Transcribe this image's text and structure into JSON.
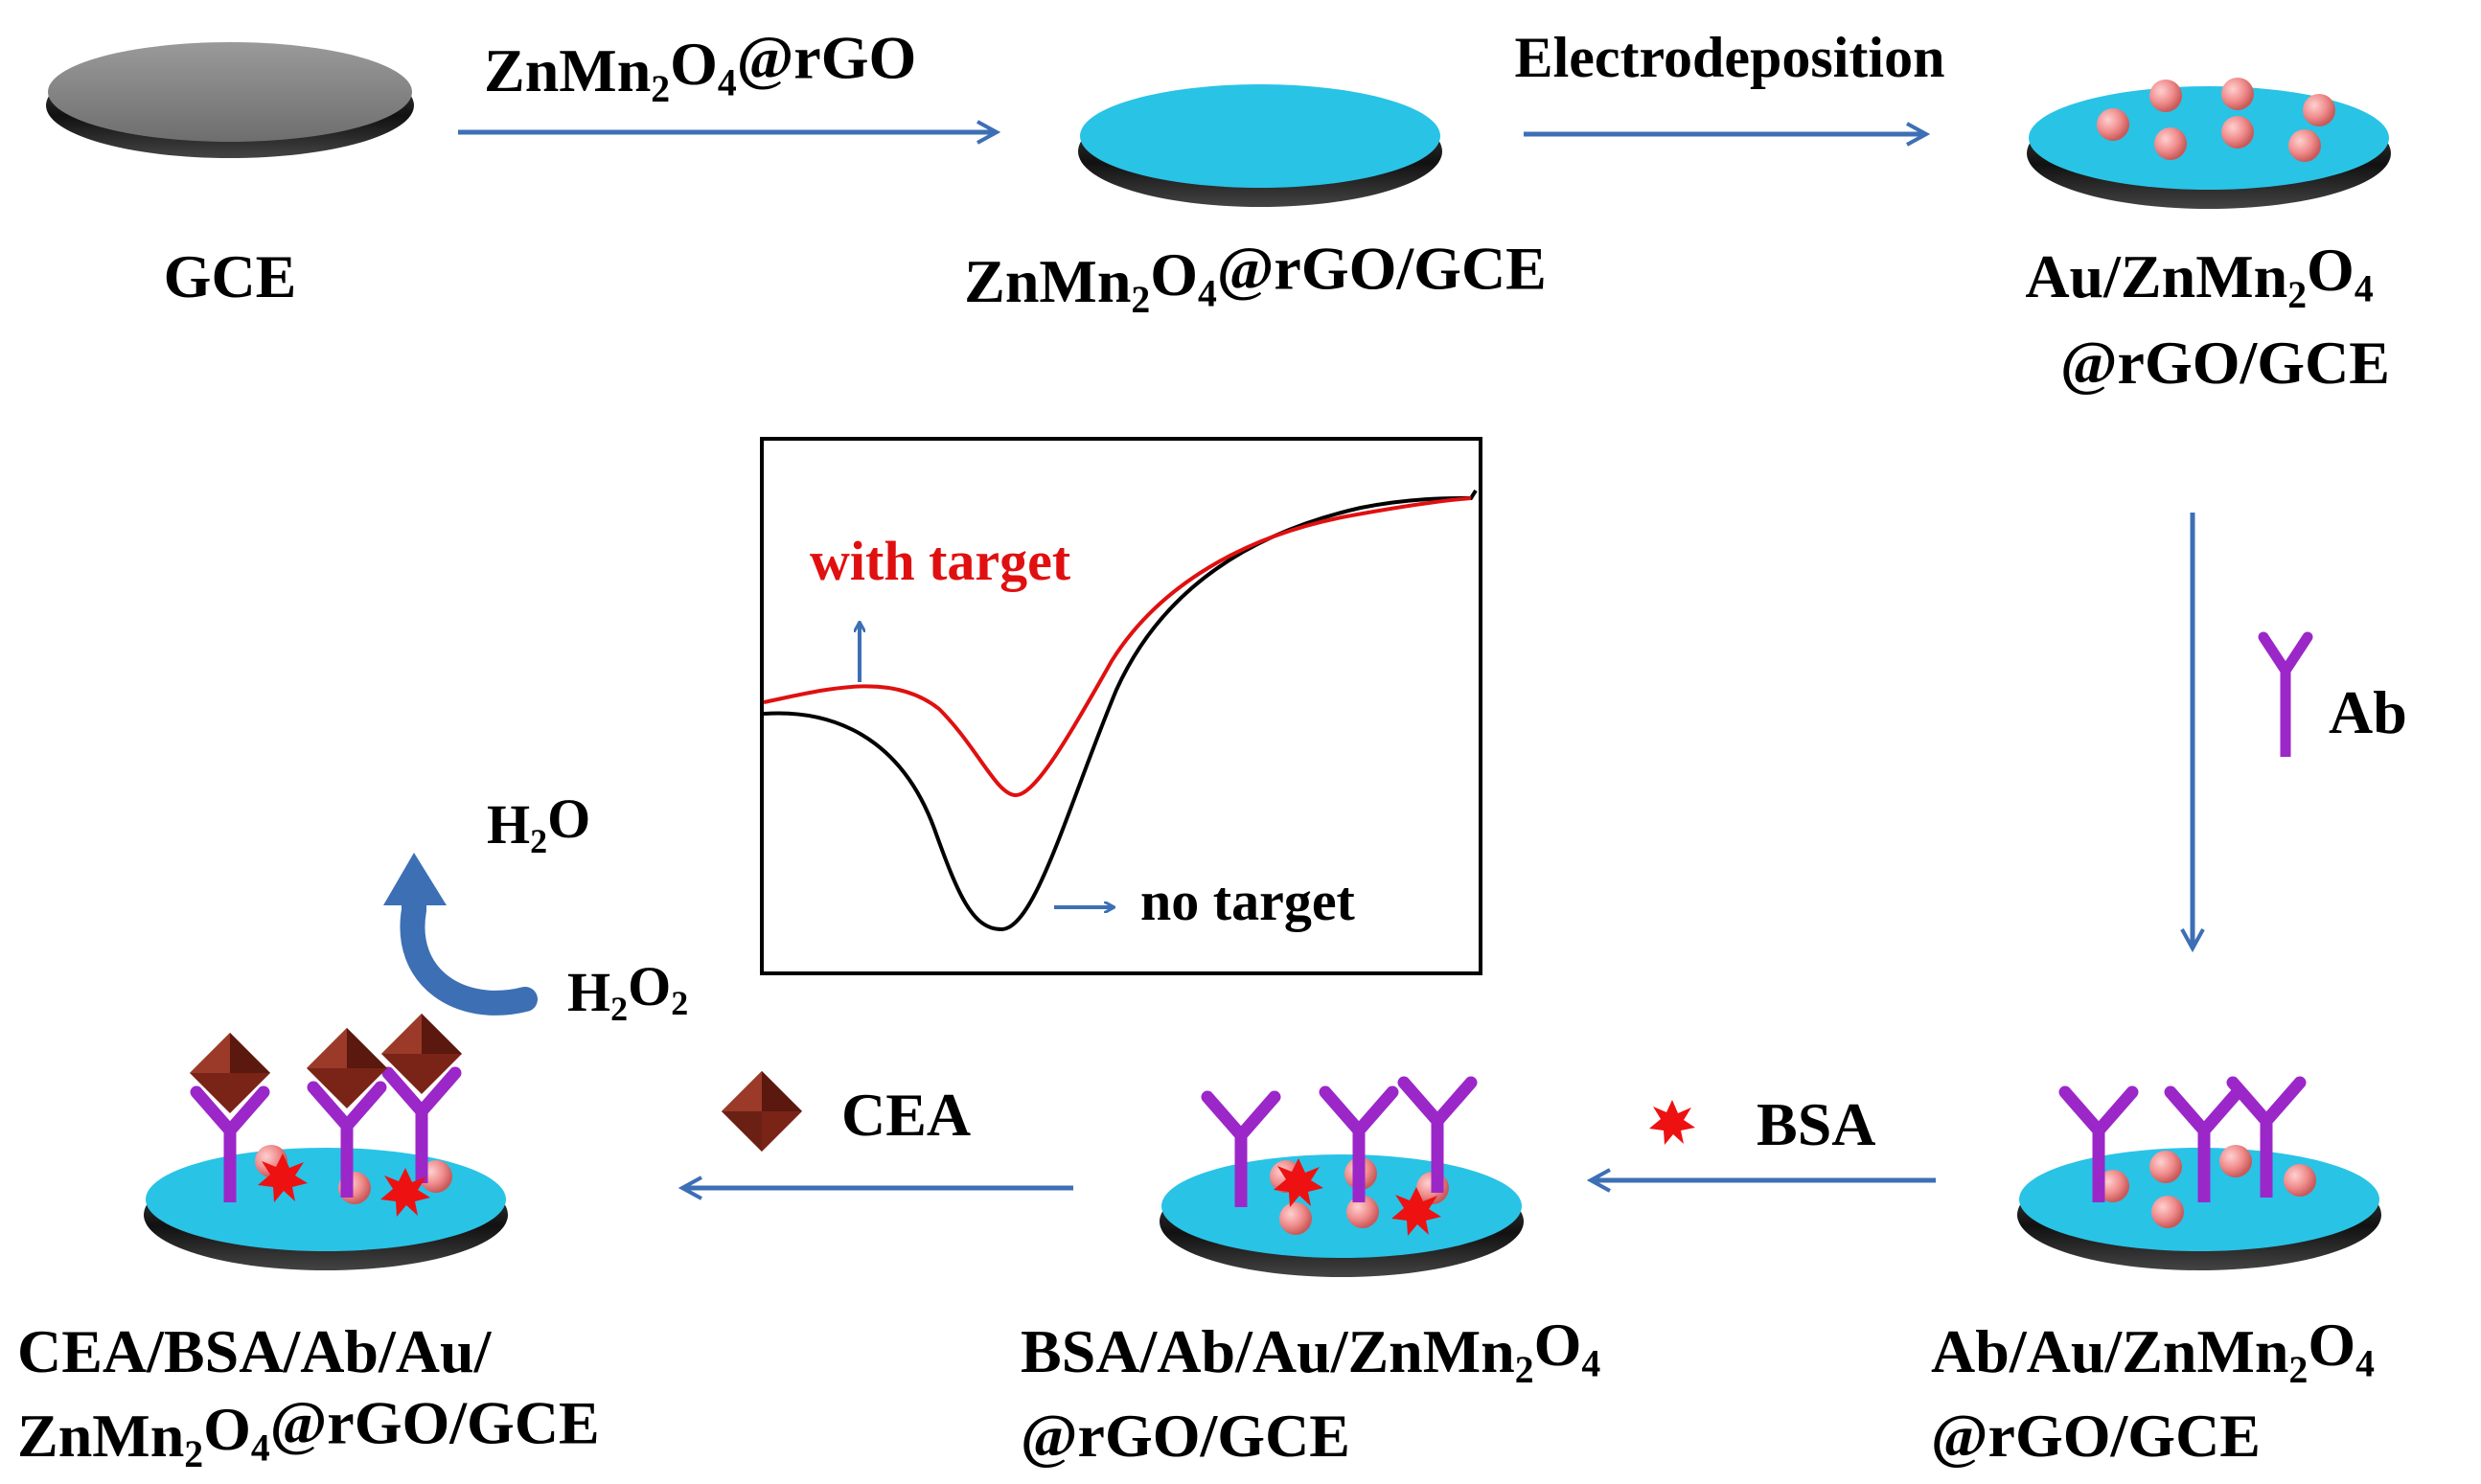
{
  "steps": {
    "s1": {
      "label": "GCE"
    },
    "s2": {
      "label": [
        "ZnMn",
        "2",
        "O",
        "4",
        "@rGO/GCE"
      ]
    },
    "s3": {
      "line1": [
        "Au/ZnMn",
        "2",
        "O",
        "4"
      ],
      "line2": "@rGO/GCE"
    },
    "s4": {
      "line1": [
        "Ab/Au/ZnMn",
        "2",
        "O",
        "4"
      ],
      "line2": "@rGO/GCE"
    },
    "s5": {
      "line1": [
        "BSA/Ab/Au/ZnMn",
        "2",
        "O",
        "4"
      ],
      "line2": "@rGO/GCE"
    },
    "s6": {
      "line1": "CEA/BSA/Ab/Au/",
      "line2": [
        "ZnMn",
        "2",
        "O",
        "4",
        "@rGO/GCE"
      ]
    }
  },
  "arrows": {
    "a1": [
      "ZnMn",
      "2",
      "O",
      "4",
      "@rGO"
    ],
    "a2": "Electrodeposition",
    "a3": "Ab",
    "a4": "BSA",
    "a5": "CEA"
  },
  "reaction": {
    "reactant": [
      "H",
      "2",
      "O",
      "2"
    ],
    "product": [
      "H",
      "2",
      "O"
    ]
  },
  "inset": {
    "with_target": "with target",
    "no_target": "no target"
  },
  "colors": {
    "electrode_gray": "#8a8a8a",
    "film_cyan": "#29c3e6",
    "electrode_rim": "#222222",
    "au_particle": "#f08a8a",
    "antibody": "#9b27c9",
    "bsa": "#ee1111",
    "cea": "#7a2418",
    "arrow_blue": "#3d6fb5",
    "curve_red": "#e01010",
    "curve_black": "#000000"
  }
}
